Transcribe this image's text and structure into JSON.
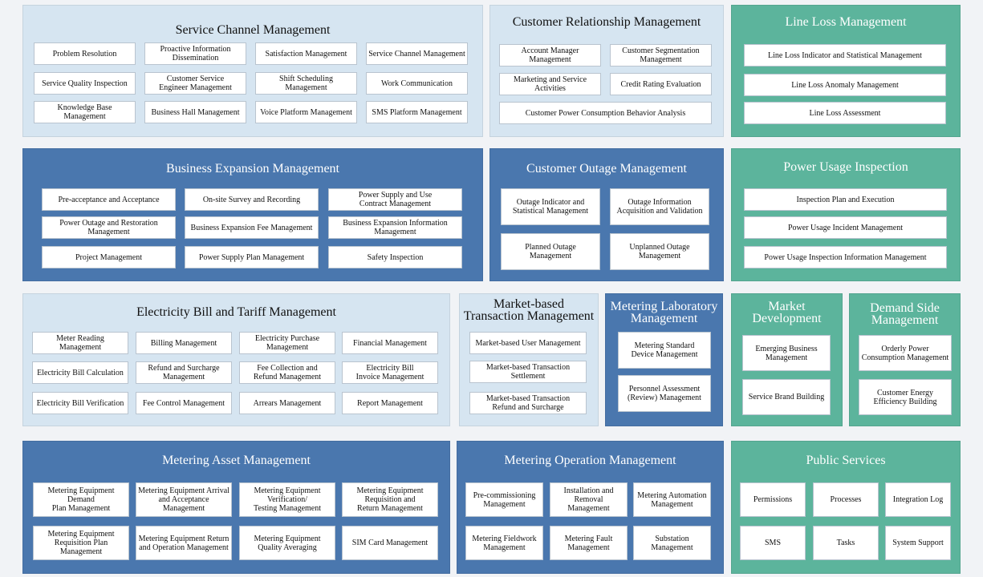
{
  "panels": [
    {
      "id": "service-channel",
      "title": "Service Channel Management",
      "items": [
        "Problem Resolution",
        "Proactive Information\nDissemination",
        "Satisfaction Management",
        "Service Channel Management",
        "Service Quality Inspection",
        "Customer Service\nEngineer Management",
        "Shift Scheduling Management",
        "Work Communication",
        "Knowledge Base Management",
        "Business Hall Management",
        "Voice Platform Management",
        "SMS Platform Management"
      ]
    },
    {
      "id": "customer-relationship",
      "title": "Customer Relationship Management",
      "items": [
        "Account Manager Management",
        "Customer Segmentation\nManagement",
        "Marketing and Service\nActivities",
        "Credit Rating Evaluation",
        "Customer Power Consumption Behavior Analysis"
      ]
    },
    {
      "id": "line-loss",
      "title": "Line Loss Management",
      "items": [
        "Line Loss Indicator and Statistical Management",
        "Line Loss Anomaly Management",
        "Line Loss Assessment"
      ]
    },
    {
      "id": "business-expansion",
      "title": "Business Expansion Management",
      "items": [
        "Pre-acceptance and Acceptance",
        "On-site Survey and Recording",
        "Power Supply and Use\nContract Management",
        "Power Outage and Restoration\nManagement",
        "Business Expansion Fee Management",
        "Business Expansion Information\nManagement",
        "Project Management",
        "Power Supply Plan Management",
        "Safety Inspection"
      ]
    },
    {
      "id": "customer-outage",
      "title": "Customer Outage Management",
      "items": [
        "Outage Indicator and\nStatistical Management",
        "Outage Information\nAcquisition and Validation",
        "Planned Outage\nManagement",
        "Unplanned Outage\nManagement"
      ]
    },
    {
      "id": "power-usage-inspection",
      "title": "Power Usage Inspection",
      "items": [
        "Inspection Plan and Execution",
        "Power Usage Incident Management",
        "Power Usage Inspection Information Management"
      ]
    },
    {
      "id": "electricity-bill",
      "title": "Electricity Bill and Tariff Management",
      "items": [
        "Meter Reading Management",
        "Billing Management",
        "Electricity Purchase\nManagement",
        "Financial Management",
        "Electricity Bill Calculation",
        "Refund and Surcharge\nManagement",
        "Fee Collection and\nRefund Management",
        "Electricity Bill\nInvoice Management",
        "Electricity Bill Verification",
        "Fee Control Management",
        "Arrears Management",
        "Report Management"
      ]
    },
    {
      "id": "market-transaction",
      "title": "Market-based\nTransaction Management",
      "items": [
        "Market-based User Management",
        "Market-based Transaction\nSettlement",
        "Market-based Transaction\nRefund and Surcharge"
      ]
    },
    {
      "id": "metering-lab",
      "title": "Metering Laboratory\nManagement",
      "items": [
        "Metering Standard\nDevice Management",
        "Personnel Assessment\n(Review) Management"
      ]
    },
    {
      "id": "market-development",
      "title": "Market\nDevelopment",
      "items": [
        "Emerging Business\nManagement",
        "Service Brand Building"
      ]
    },
    {
      "id": "demand-side",
      "title": "Demand Side\nManagement",
      "items": [
        "Orderly Power\nConsumption Management",
        "Customer Energy\nEfficiency Building"
      ]
    },
    {
      "id": "metering-asset",
      "title": "Metering Asset Management",
      "items": [
        "Metering Equipment Demand\nPlan Management",
        "Metering Equipment Arrival\nand Acceptance Management",
        "Metering Equipment\nVerification/\nTesting Management",
        "Metering Equipment\nRequisition and\nReturn Management",
        "Metering Equipment\nRequisition Plan Management",
        "Metering Equipment Return\nand Operation Management",
        "Metering Equipment\nQuality Averaging",
        "SIM Card Management"
      ]
    },
    {
      "id": "metering-operation",
      "title": "Metering Operation Management",
      "items": [
        "Pre-commissioning\nManagement",
        "Installation and\nRemoval\nManagement",
        "Metering Automation\nManagement",
        "Metering Fieldwork\nManagement",
        "Metering Fault\nManagement",
        "Substation Management"
      ]
    },
    {
      "id": "public-services",
      "title": "Public Services",
      "items": [
        "Permissions",
        "Processes",
        "Integration Log",
        "SMS",
        "Tasks",
        "System Support"
      ]
    }
  ]
}
